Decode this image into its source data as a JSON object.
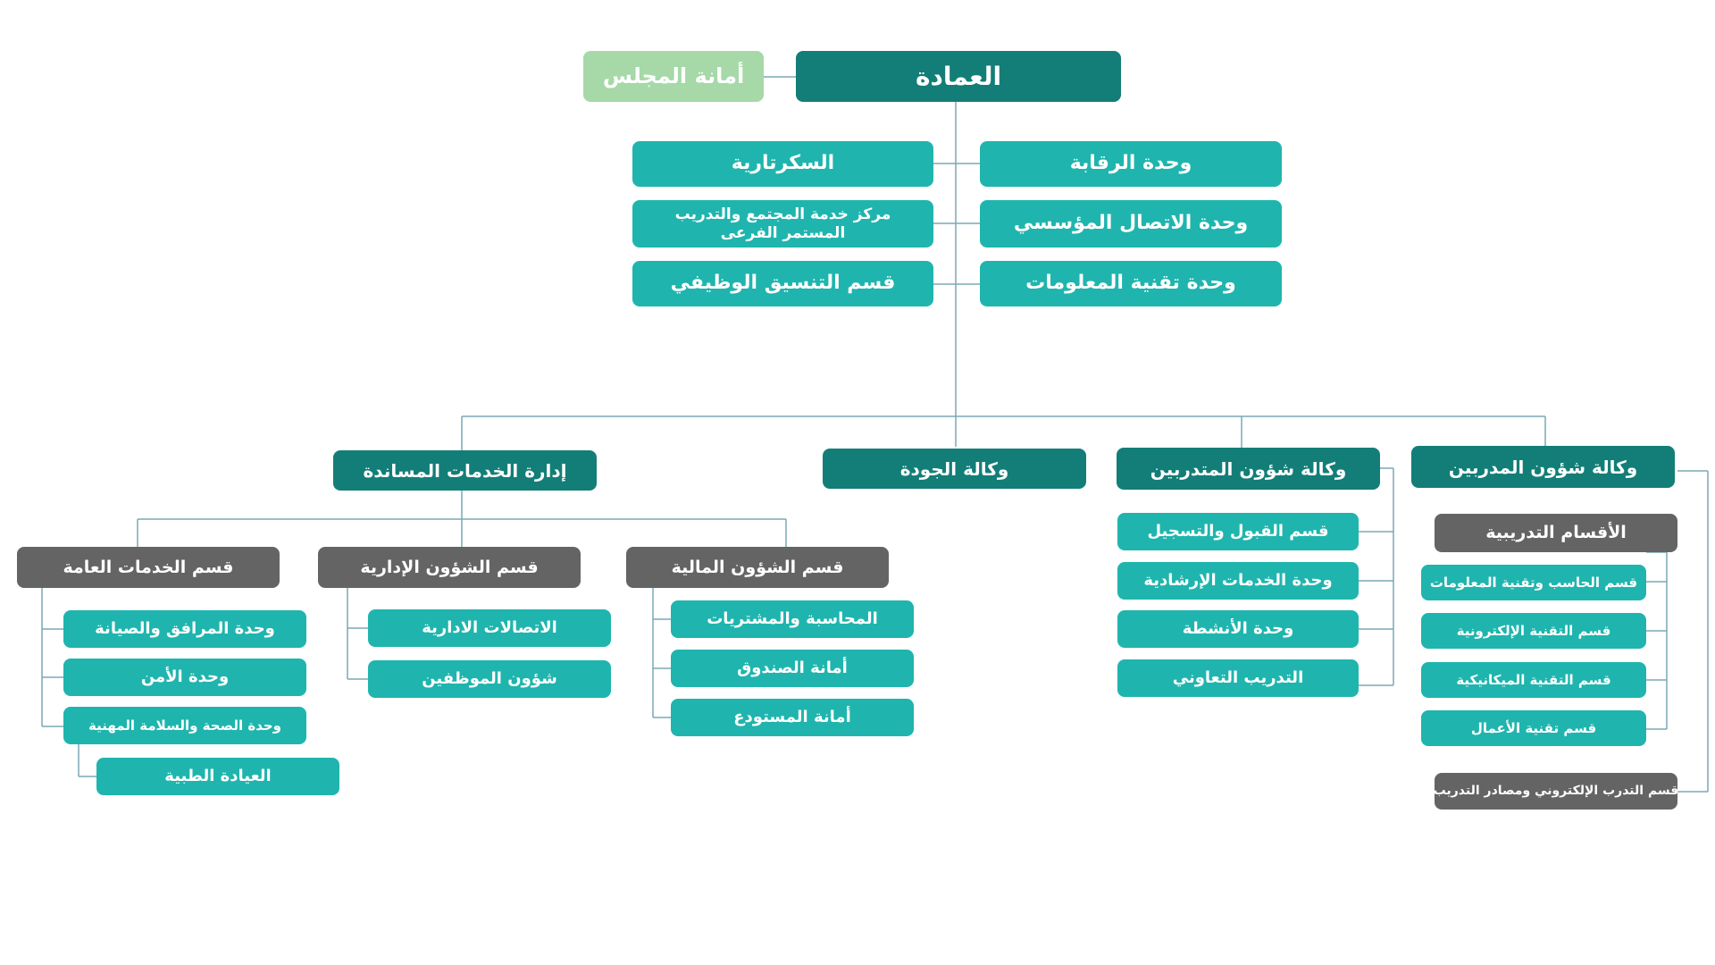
{
  "colors": {
    "dark_teal": "#137e78",
    "teal": "#1fb5ae",
    "gray": "#646464",
    "light_green": "#a6d8a8",
    "connector": "#7aa9b5"
  },
  "top": {
    "deanship": "العمادة",
    "council_secretariat": "أمانة المجلس"
  },
  "staff_left": {
    "secretariat": "السكرتارية",
    "community_center": "مركز خدمة المجتمع والتدريب المستمر الفرعى",
    "job_coordination": "قسم التنسيق الوظيفي"
  },
  "staff_right": {
    "oversight_unit": "وحدة الرقابة",
    "institutional_comm": "وحدة الاتصال المؤسسي",
    "it_unit": "وحدة تقنية المعلومات"
  },
  "level2": {
    "support_services": "إدارة الخدمات المساندة",
    "quality": "وكالة الجودة",
    "trainee_affairs": "وكالة شؤون المتدربين",
    "trainer_affairs": "وكالة شؤون المدربين"
  },
  "support_services": {
    "general_services": {
      "title": "قسم الخدمات العامة",
      "items": [
        "وحدة المرافق والصيانة",
        "وحدة الأمن",
        "وحدة الصحة والسلامة المهنية"
      ],
      "sub_item": "العيادة الطبية"
    },
    "admin_affairs": {
      "title": "قسم الشؤون الإدارية",
      "items": [
        "الاتصالات الادارية",
        "شؤون الموظفين"
      ]
    },
    "financial_affairs": {
      "title": "قسم الشؤون المالية",
      "items": [
        "المحاسبة والمشتريات",
        "أمانة الصندوق",
        "أمانة المستودع"
      ]
    }
  },
  "trainee_affairs_items": [
    "قسم القبول والتسجيل",
    "وحدة الخدمات الإرشادية",
    "وحدة الأنشطة",
    "التدريب التعاوني"
  ],
  "trainer_affairs": {
    "training_departments": {
      "title": "الأقسام التدريبية",
      "items": [
        "قسم الحاسب وتقنية المعلومات",
        "قسم التقنية الإلكترونية",
        "قسم التقنية الميكانيكية",
        "قسم تقنية الأعمال"
      ]
    },
    "elearning": "قسم التدرب الإلكتروني ومصادر التدريب"
  }
}
